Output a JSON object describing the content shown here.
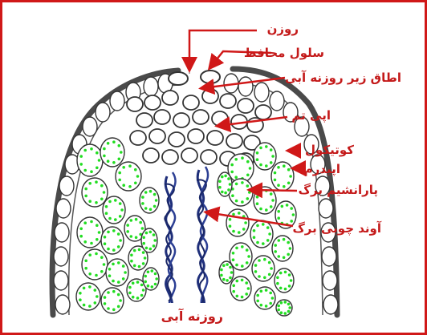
{
  "figure": {
    "labels": {
      "stoma": "روزن",
      "guard_cell": "سلول محافظ",
      "substomatal_chamber": "اطاق زیر روزنه آبی",
      "epithem": "اپی تم",
      "cuticle": "کوتیکول",
      "epidermis": "اپیدرم",
      "leaf_parenchyma": "پارانشیم برگ",
      "leaf_xylem": "آوند چوبی برگ"
    },
    "caption": "روزنه آبی"
  },
  "colors": {
    "frame": "#d01818",
    "label_text": "#c41a1a",
    "arrow": "#d01818",
    "cell_outline": "#333333",
    "chloroplast": "#22dd22",
    "xylem": "#1f2f7a"
  }
}
